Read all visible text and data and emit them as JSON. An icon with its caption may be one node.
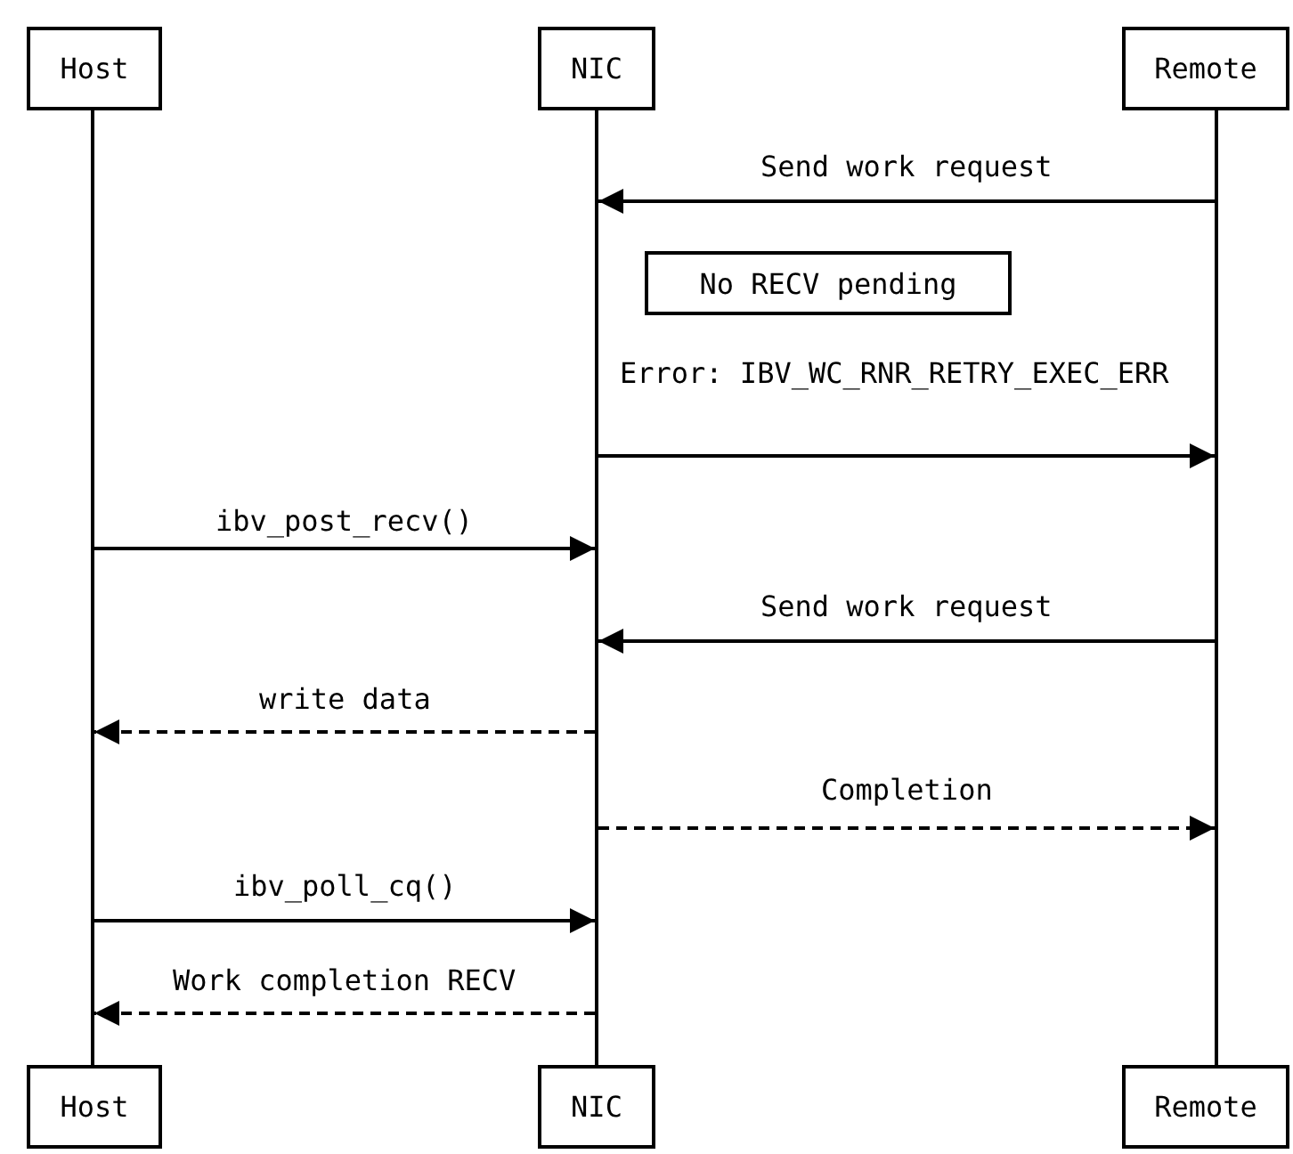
{
  "diagram": {
    "nodes": [
      {
        "text": [
          "Host"
        ]
      },
      {
        "text": [
          "NIC"
        ]
      },
      {
        "text": [
          "Remote"
        ]
      },
      {
        "text": [
          "Host"
        ]
      },
      {
        "text": [
          "NIC"
        ]
      },
      {
        "text": [
          "Remote"
        ]
      },
      {
        "text": [
          "No RECV pending"
        ]
      },
      {
        "text": [],
        "shape": "line"
      },
      {
        "text": [],
        "shape": "line"
      },
      {
        "text": [],
        "shape": "line"
      }
    ],
    "edges": [
      {
        "from": 9,
        "to": 8,
        "arrow": "to",
        "label": "Send work request"
      },
      {
        "from": 8,
        "to": 9,
        "arrow": "to",
        "label": "Error: IBV_WC_RNR_RETRY_EXEC_ERR"
      },
      {
        "from": 7,
        "to": 8,
        "arrow": "to",
        "label": "ibv_post_recv()"
      },
      {
        "from": 9,
        "to": 8,
        "arrow": "to",
        "label": "Send work request"
      },
      {
        "from": 8,
        "to": 7,
        "arrow": "to",
        "label": "write data",
        "style": "dashed"
      },
      {
        "from": 8,
        "to": 9,
        "arrow": "to",
        "label": "Completion",
        "style": "dashed"
      },
      {
        "from": 7,
        "to": 8,
        "arrow": "to",
        "label": "ibv_poll_cq()"
      },
      {
        "from": 8,
        "to": 7,
        "arrow": "to",
        "label": "Work completion RECV",
        "style": "dashed"
      }
    ]
  }
}
